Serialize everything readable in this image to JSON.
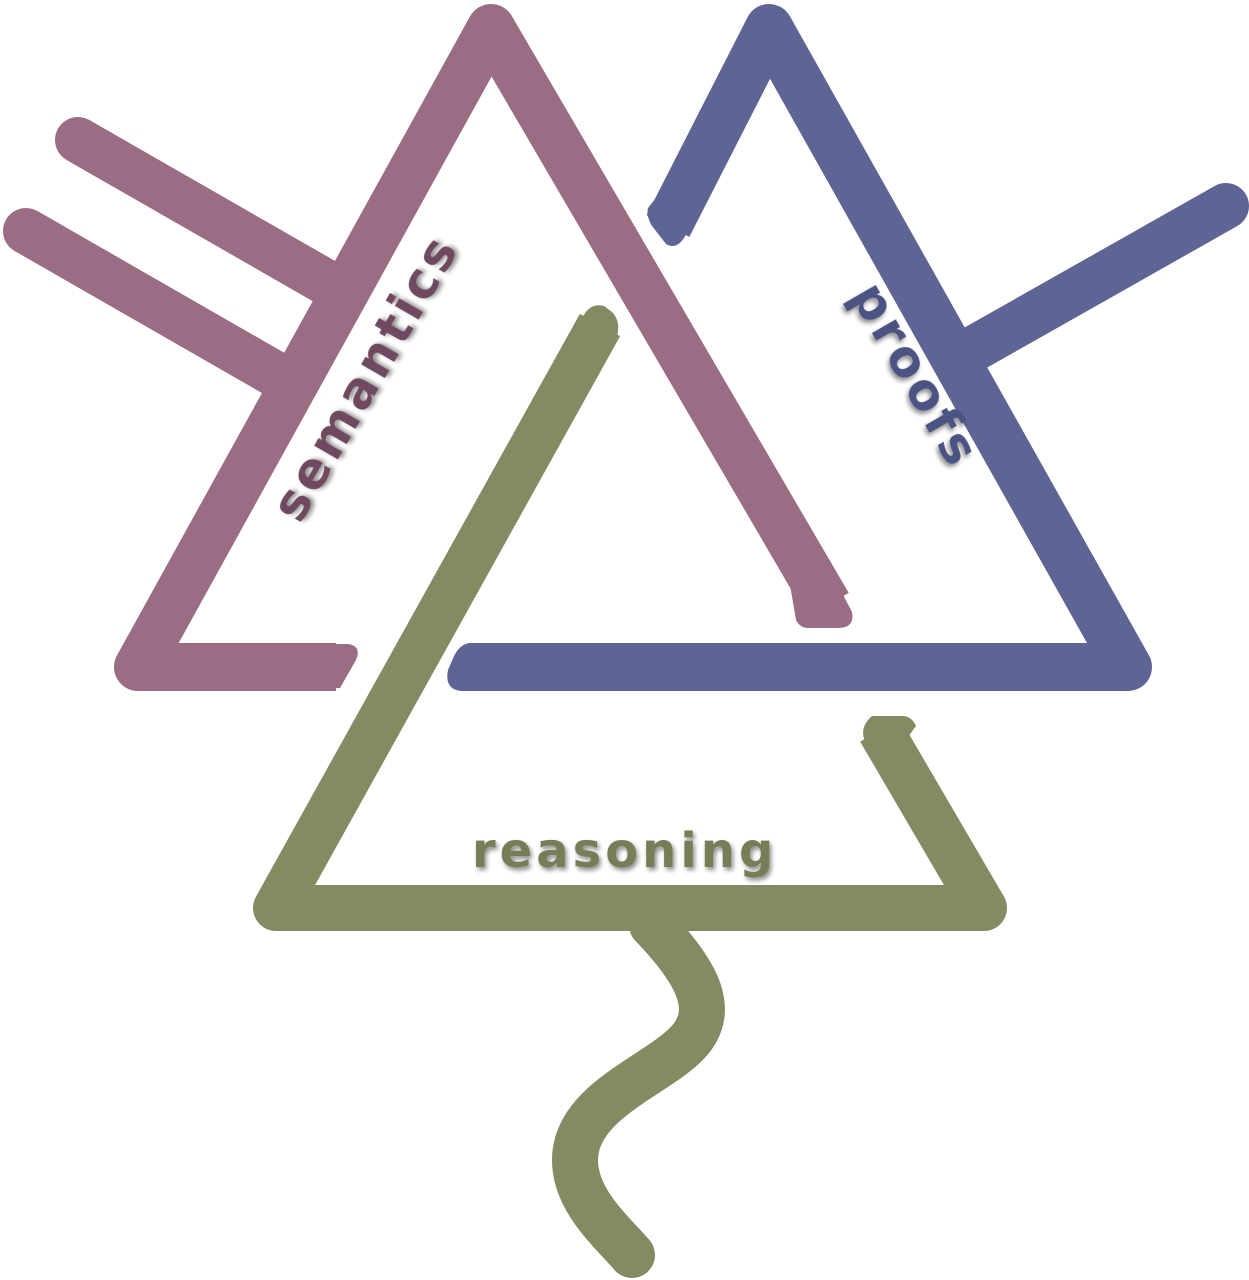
{
  "diagram": {
    "description": "Three interlocking open triangles logo",
    "colors": {
      "semantics": "#9b6d84",
      "proofs": "#5e6594",
      "reasoning": "#848a62",
      "background": "#ffffff"
    },
    "labels": {
      "semantics": "semantics",
      "proofs": "proofs",
      "reasoning": "reasoning"
    },
    "nodes": [
      {
        "id": "semantics",
        "label": "semantics",
        "shape": "open triangle with two parallel prongs on upper-left",
        "color": "#9b6d84"
      },
      {
        "id": "proofs",
        "label": "proofs",
        "shape": "open triangle with one prong on upper-right",
        "color": "#5e6594"
      },
      {
        "id": "reasoning",
        "label": "reasoning",
        "shape": "open triangle with wavy tail at bottom",
        "color": "#848a62"
      }
    ]
  }
}
